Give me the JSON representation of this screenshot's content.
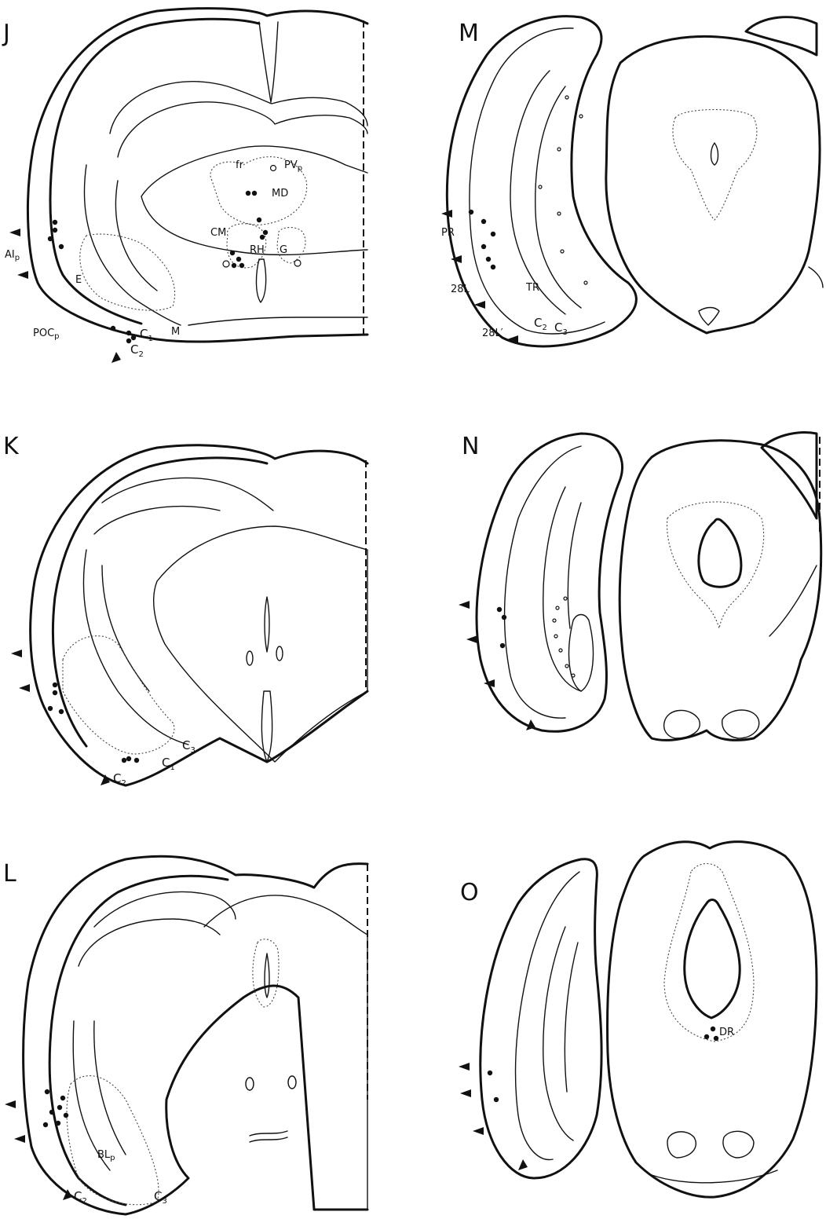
{
  "panels": {
    "J": {
      "letter": "J",
      "labels": {
        "AIp": "AI",
        "AIp_sub": "p",
        "E": "E",
        "POCp": "POC",
        "POCp_sub": "p",
        "C1": "C",
        "C1_sub": "1",
        "C2": "C",
        "C2_sub": "2",
        "M": "M",
        "fr": "fr",
        "PVp": "PV",
        "PVp_sub": "p",
        "MD": "MD",
        "CM": "CM",
        "RH": "RH",
        "G": "G"
      }
    },
    "K": {
      "letter": "K",
      "labels": {
        "C1": "C",
        "C1_sub": "1",
        "C2": "C",
        "C2_sub": "2",
        "C3": "C",
        "C3_sub": "3"
      }
    },
    "L": {
      "letter": "L",
      "labels": {
        "BLp": "BL",
        "BLp_sub": "p",
        "C2": "C",
        "C2_sub": "2",
        "C3": "C",
        "C3_sub": "3"
      }
    },
    "M": {
      "letter": "M",
      "labels": {
        "PR": "PR",
        "L28": "28L",
        "L28p": "28L′",
        "TR": "TR",
        "C2": "C",
        "C2_sub": "2",
        "C3": "C",
        "C3_sub": "3"
      }
    },
    "N": {
      "letter": "N"
    },
    "O": {
      "letter": "O",
      "labels": {
        "DR": "DR"
      }
    }
  }
}
